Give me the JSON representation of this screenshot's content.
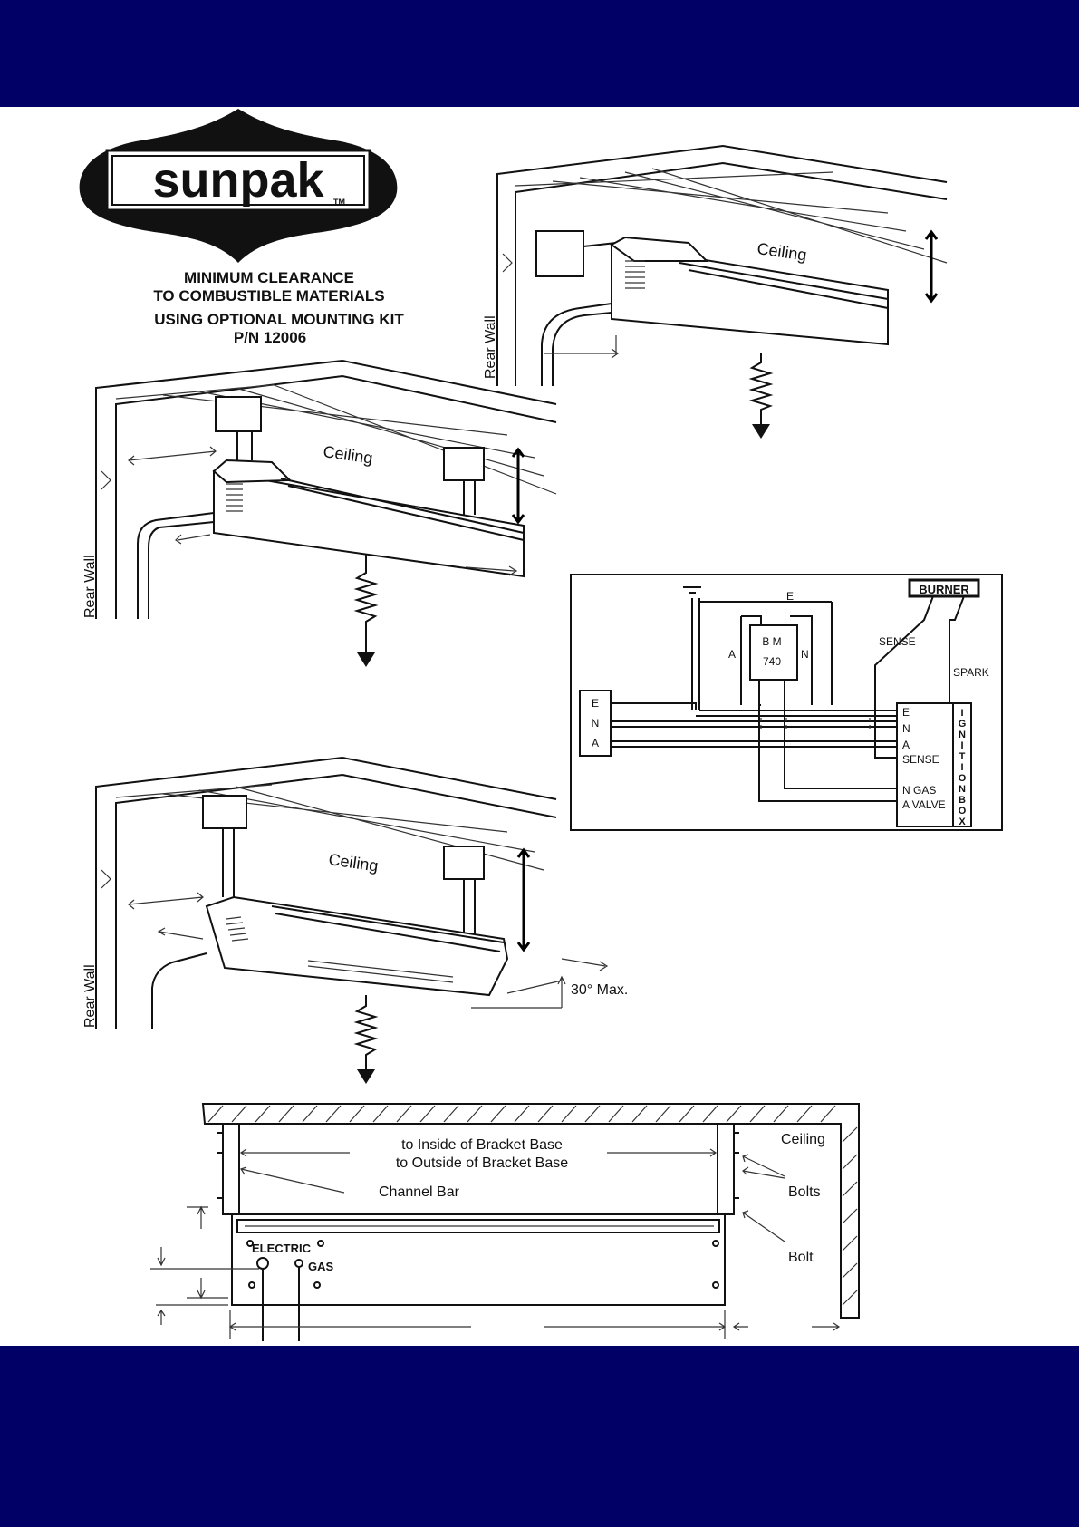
{
  "brand": {
    "logo_text": "sunpak",
    "trademark": "TM"
  },
  "title": [
    "MINIMUM CLEARANCE",
    "TO COMBUSTIBLE MATERIALS",
    "USING OPTIONAL MOUNTING KIT",
    "P/N 12006"
  ],
  "figures": {
    "ceiling_label": "Ceiling",
    "rear_wall_label": "Rear Wall",
    "tilt_label": "30° Max."
  },
  "wiring": {
    "burner": "BURNER",
    "sense": "SENSE",
    "spark": "SPARK",
    "earth": "E",
    "module_line1": "B M",
    "module_line2": "740",
    "module_a": "A",
    "module_n": "N",
    "supply": [
      "E",
      "N",
      "A"
    ],
    "box_terms": [
      "E",
      "N",
      "A",
      "SENSE",
      "N GAS",
      "A VALVE"
    ],
    "ignition_box": [
      "I",
      "G",
      "N",
      "I",
      "T",
      "I",
      "O",
      "N",
      "B",
      "O",
      "X"
    ]
  },
  "front_view": {
    "inside_bracket": "to Inside of Bracket Base",
    "outside_bracket": "to Outside of Bracket Base",
    "channel_bar": "Channel Bar",
    "ceiling": "Ceiling",
    "bolts": "Bolts",
    "bolt": "Bolt",
    "electric": "ELECTRIC",
    "gas": "GAS"
  },
  "colors": {
    "band": "#010066",
    "ink": "#111111"
  }
}
